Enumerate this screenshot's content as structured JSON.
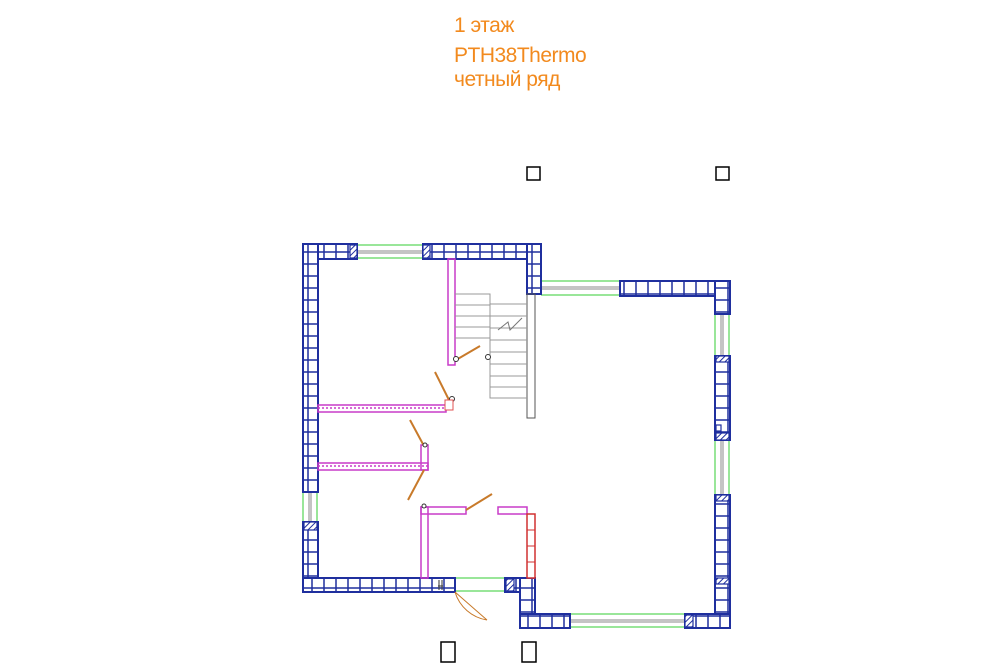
{
  "header": {
    "floor": "1 этаж",
    "product": "PTH38Thermo",
    "row": "четный ряд"
  },
  "colors": {
    "title": "#f28a1e",
    "outer_wall": "#1f2f9e",
    "partition": "#c83cc8",
    "window": "#33cc33",
    "stair": "#999999",
    "door": "#c87a2a",
    "red_wall": "#d03030"
  }
}
